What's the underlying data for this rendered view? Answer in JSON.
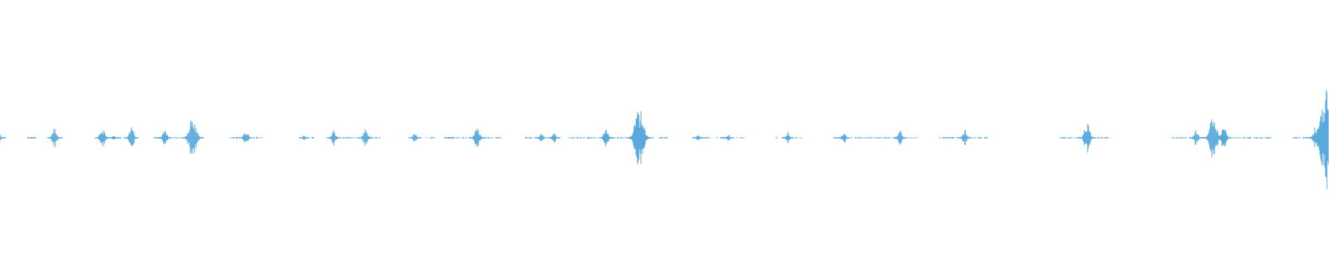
{
  "waveform": {
    "color": "#5aa9dd",
    "background": "#ffffff",
    "bursts": [
      {
        "t": 0.0,
        "amp": 0.06
      },
      {
        "t": 0.024,
        "amp": 0.02
      },
      {
        "t": 0.041,
        "amp": 0.18
      },
      {
        "t": 0.077,
        "amp": 0.2
      },
      {
        "t": 0.086,
        "amp": 0.05
      },
      {
        "t": 0.099,
        "amp": 0.2
      },
      {
        "t": 0.124,
        "amp": 0.16
      },
      {
        "t": 0.145,
        "amp": 0.42
      },
      {
        "t": 0.185,
        "amp": 0.15
      },
      {
        "t": 0.229,
        "amp": 0.05
      },
      {
        "t": 0.251,
        "amp": 0.16
      },
      {
        "t": 0.275,
        "amp": 0.17
      },
      {
        "t": 0.312,
        "amp": 0.08
      },
      {
        "t": 0.338,
        "amp": 0.02
      },
      {
        "t": 0.359,
        "amp": 0.22
      },
      {
        "t": 0.407,
        "amp": 0.1
      },
      {
        "t": 0.417,
        "amp": 0.1
      },
      {
        "t": 0.456,
        "amp": 0.16
      },
      {
        "t": 0.481,
        "amp": 0.57
      },
      {
        "t": 0.525,
        "amp": 0.06
      },
      {
        "t": 0.548,
        "amp": 0.06
      },
      {
        "t": 0.593,
        "amp": 0.11
      },
      {
        "t": 0.635,
        "amp": 0.1
      },
      {
        "t": 0.677,
        "amp": 0.16
      },
      {
        "t": 0.726,
        "amp": 0.15
      },
      {
        "t": 0.818,
        "amp": 0.28
      },
      {
        "t": 0.9,
        "amp": 0.15
      },
      {
        "t": 0.913,
        "amp": 0.42
      },
      {
        "t": 0.921,
        "amp": 0.22
      },
      {
        "t": 0.99,
        "amp": 0.25
      },
      {
        "t": 0.999,
        "amp": 1.0
      }
    ],
    "quiet_regions": [
      {
        "start": 0.0,
        "end": 0.005
      },
      {
        "start": 0.036,
        "end": 0.048
      },
      {
        "start": 0.074,
        "end": 0.106
      },
      {
        "start": 0.116,
        "end": 0.153
      },
      {
        "start": 0.173,
        "end": 0.197
      },
      {
        "start": 0.225,
        "end": 0.236
      },
      {
        "start": 0.248,
        "end": 0.287
      },
      {
        "start": 0.308,
        "end": 0.327
      },
      {
        "start": 0.336,
        "end": 0.377
      },
      {
        "start": 0.395,
        "end": 0.422
      },
      {
        "start": 0.428,
        "end": 0.502
      },
      {
        "start": 0.519,
        "end": 0.535
      },
      {
        "start": 0.539,
        "end": 0.561
      },
      {
        "start": 0.584,
        "end": 0.603
      },
      {
        "start": 0.627,
        "end": 0.692
      },
      {
        "start": 0.707,
        "end": 0.743
      },
      {
        "start": 0.797,
        "end": 0.836
      },
      {
        "start": 0.881,
        "end": 0.957
      },
      {
        "start": 0.973,
        "end": 1.0
      }
    ]
  }
}
